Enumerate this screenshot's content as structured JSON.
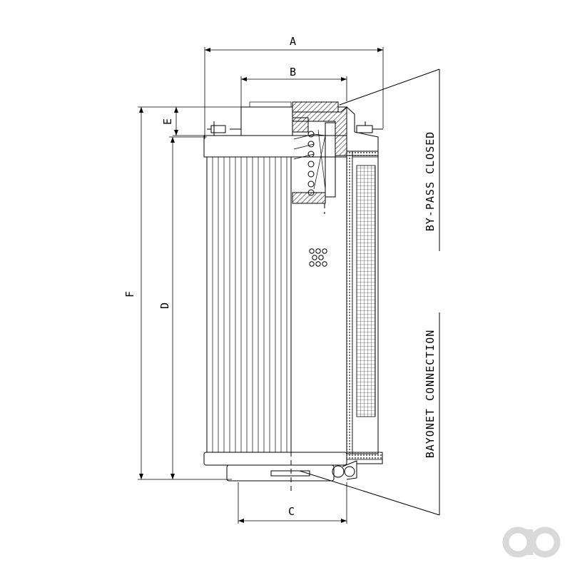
{
  "diagram": {
    "dimensions": {
      "a": "A",
      "b": "B",
      "c": "C",
      "d": "D",
      "e": "E",
      "f": "F"
    },
    "callouts": {
      "bypass": "BY-PASS CLOSED",
      "bayonet": "BAYONET CONNECTION"
    }
  },
  "colors": {
    "line": "#000000",
    "background": "#ffffff",
    "watermark": "#d9d9d9"
  },
  "icons": {
    "watermark": "ao-logo-icon"
  }
}
